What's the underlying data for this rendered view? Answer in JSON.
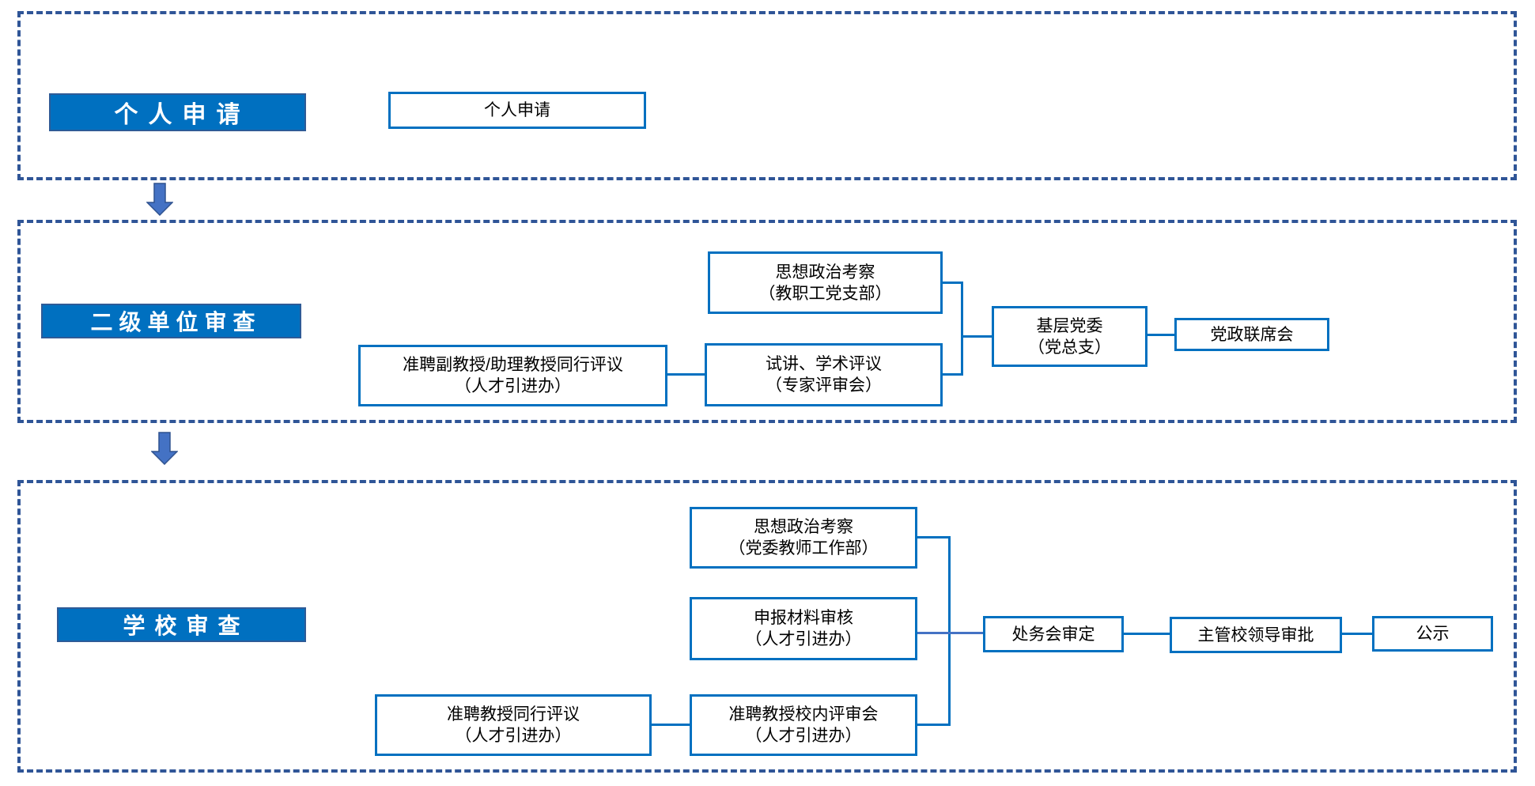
{
  "colors": {
    "section_dashed_border": "#2F5597",
    "node_border": "#0070C0",
    "stage_fill": "#0070C0",
    "stage_border": "#2E5B97",
    "stage_text": "#FFFFFF",
    "node_text": "#000000",
    "connector": "#0070C0",
    "straight_connector": "#4472C4",
    "arrow_fill": "#4472C4",
    "arrow_border": "#2F528F"
  },
  "sections": [
    {
      "name": "personal-application",
      "stage_label": "个人申请",
      "nodes": [
        {
          "key": "personal-application-box",
          "lines": [
            "个人申请"
          ]
        }
      ]
    },
    {
      "name": "secondary-unit-review",
      "stage_label": "二级单位审查",
      "nodes": [
        {
          "key": "ideological-political-review-branch",
          "lines": [
            "思想政治考察",
            "（教职工党支部）"
          ]
        },
        {
          "key": "pre-appointment-assoc-prof-peer-review",
          "lines": [
            "准聘副教授/助理教授同行评议",
            "（人才引进办）"
          ]
        },
        {
          "key": "trial-lecture-academic-review",
          "lines": [
            "试讲、学术评议",
            "（专家评审会）"
          ]
        },
        {
          "key": "grassroots-party-committee",
          "lines": [
            "基层党委",
            "（党总支）"
          ]
        },
        {
          "key": "party-admin-joint-meeting",
          "lines": [
            "党政联席会"
          ]
        }
      ]
    },
    {
      "name": "school-review",
      "stage_label": "学校审查",
      "nodes": [
        {
          "key": "ideological-political-review-school",
          "lines": [
            "思想政治考察",
            "（党委教师工作部）"
          ]
        },
        {
          "key": "application-material-review",
          "lines": [
            "申报材料审核",
            "（人才引进办）"
          ]
        },
        {
          "key": "pre-appointment-prof-peer-review",
          "lines": [
            "准聘教授同行评议",
            "（人才引进办）"
          ]
        },
        {
          "key": "pre-appointment-prof-internal-review-meeting",
          "lines": [
            "准聘教授校内评审会",
            "（人才引进办）"
          ]
        },
        {
          "key": "division-meeting-approval",
          "lines": [
            "处务会审定"
          ]
        },
        {
          "key": "school-leader-approval",
          "lines": [
            "主管校领导审批"
          ]
        },
        {
          "key": "public-announcement",
          "lines": [
            "公示"
          ]
        }
      ]
    }
  ],
  "arrows": [
    {
      "name": "arrow-down-icon",
      "from": "personal-application",
      "to": "secondary-unit-review"
    },
    {
      "name": "arrow-down-icon",
      "from": "secondary-unit-review",
      "to": "school-review"
    }
  ],
  "flow_edges": [
    {
      "from": "pre-appointment-assoc-prof-peer-review",
      "to": "trial-lecture-academic-review"
    },
    {
      "from": "ideological-political-review-branch",
      "to": "grassroots-party-committee"
    },
    {
      "from": "trial-lecture-academic-review",
      "to": "grassroots-party-committee"
    },
    {
      "from": "grassroots-party-committee",
      "to": "party-admin-joint-meeting"
    },
    {
      "from": "pre-appointment-prof-peer-review",
      "to": "pre-appointment-prof-internal-review-meeting"
    },
    {
      "from": "ideological-political-review-school",
      "to": "division-meeting-approval"
    },
    {
      "from": "application-material-review",
      "to": "division-meeting-approval"
    },
    {
      "from": "pre-appointment-prof-internal-review-meeting",
      "to": "division-meeting-approval"
    },
    {
      "from": "division-meeting-approval",
      "to": "school-leader-approval"
    },
    {
      "from": "school-leader-approval",
      "to": "public-announcement"
    }
  ]
}
